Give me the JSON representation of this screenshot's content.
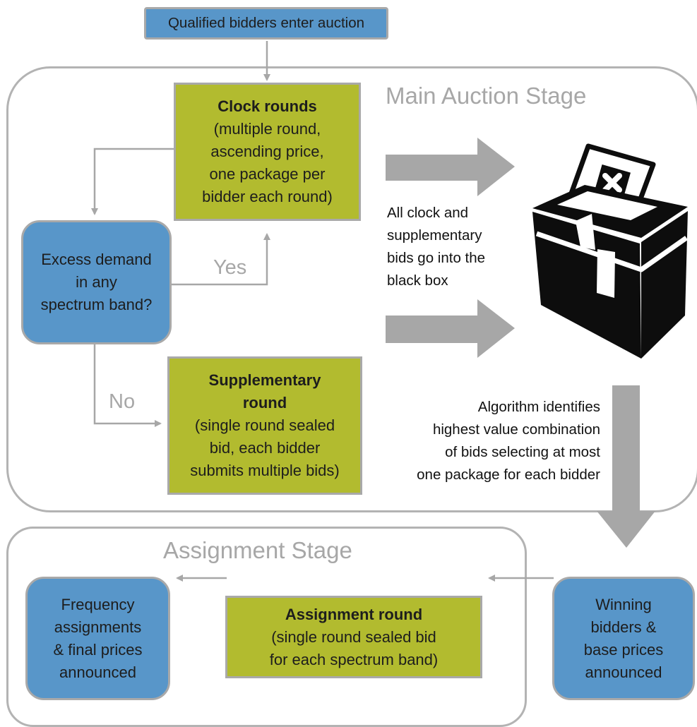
{
  "start_box": "Qualified bidders enter auction",
  "main_stage": {
    "title": "Main Auction Stage",
    "clock_rounds": {
      "heading": "Clock rounds",
      "lines": [
        "(multiple round,",
        "ascending price,",
        "one package per",
        "bidder each round)"
      ]
    },
    "excess_demand": {
      "lines": [
        "Excess demand",
        "in any",
        "spectrum band?"
      ]
    },
    "yes_label": "Yes",
    "no_label": "No",
    "supplementary_round": {
      "heading_lines": [
        "Supplementary",
        "round"
      ],
      "lines": [
        "(single round sealed",
        "bid, each bidder",
        "submits multiple bids)"
      ]
    },
    "black_box_note": [
      "All clock and",
      "supplementary",
      "bids go into the",
      "black box"
    ],
    "algorithm_note": [
      "Algorithm identifies",
      "highest value combination",
      "of bids selecting at most",
      "one package for each bidder"
    ]
  },
  "assignment_stage": {
    "title": "Assignment Stage",
    "assignment_round": {
      "heading": "Assignment round",
      "lines": [
        "(single round sealed bid",
        "for each spectrum band)"
      ]
    },
    "frequency_box": [
      "Frequency",
      "assignments",
      "& final prices",
      "announced"
    ]
  },
  "winning_box": [
    "Winning",
    "bidders &",
    "base prices",
    "announced"
  ],
  "colors": {
    "blue_box": "#5896c9",
    "green_box": "#b2bb2f",
    "frame_gray": "#b3b3b3",
    "arrow_gray": "#a7a7a7",
    "ballot_black": "#0d0d0d"
  },
  "icons": [
    "ballot-box-icon",
    "ballot-paper-x-icon"
  ]
}
